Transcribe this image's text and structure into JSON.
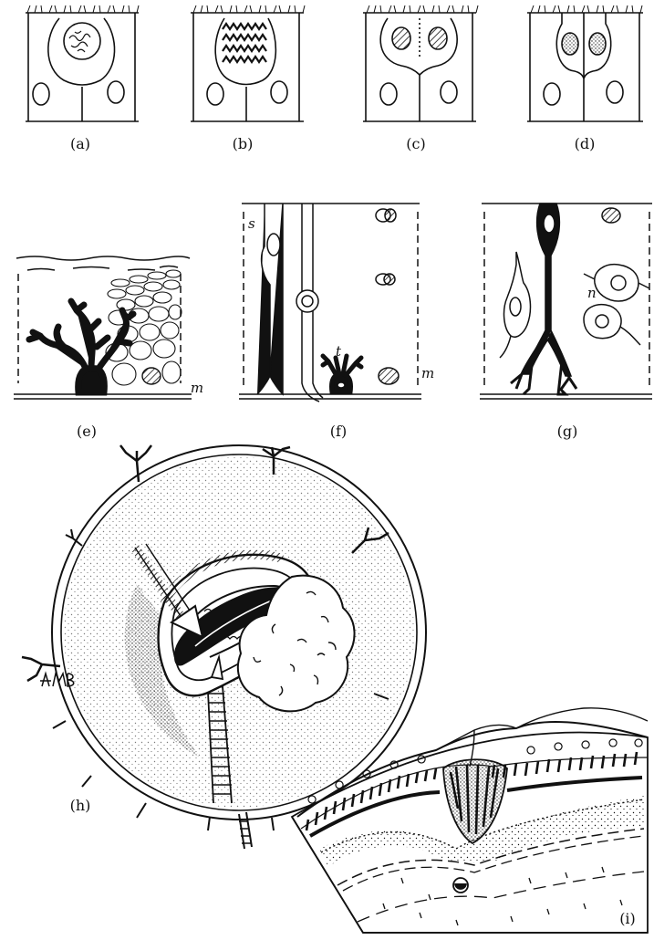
{
  "figure": {
    "panels": [
      {
        "id": "a",
        "label": "(a)"
      },
      {
        "id": "b",
        "label": "(b)"
      },
      {
        "id": "c",
        "label": "(c)"
      },
      {
        "id": "d",
        "label": "(d)"
      },
      {
        "id": "e",
        "label": "(e)"
      },
      {
        "id": "f",
        "label": "(f)"
      },
      {
        "id": "g",
        "label": "(g)"
      },
      {
        "id": "h",
        "label": "(h)"
      },
      {
        "id": "i",
        "label": "(i)"
      }
    ],
    "annotations": {
      "e_m": "m",
      "f_s": "s",
      "f_t": "t",
      "f_m": "m",
      "g_n": "n"
    }
  },
  "colors": {
    "ink": "#111111",
    "paper": "#ffffff"
  }
}
